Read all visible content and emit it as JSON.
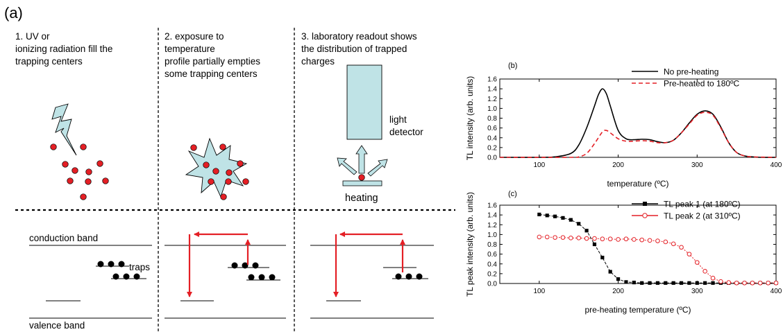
{
  "panel_a": {
    "label": "(a)",
    "steps": [
      "1. UV or\nionizing radiation fill the\ntrapping centers",
      "2. exposure to\ntemperature\nprofile partially empties\nsome trapping centers",
      "3. laboratory readout shows\nthe distribution of trapped\ncharges"
    ],
    "light_detector": "light\ndetector",
    "heating": "heating",
    "conduction_band": "conduction band",
    "valence_band": "valence band",
    "traps": "traps",
    "colors": {
      "electron": "#e41f25",
      "detector": "#bfe3e6",
      "arrow": "#e41f25"
    }
  },
  "chart_data": [
    {
      "panel": "(b)",
      "type": "line",
      "xlabel": "temperature (ºC)",
      "ylabel": "TL intensity (arb. units)",
      "xlim": [
        50,
        400
      ],
      "ylim": [
        0,
        1.6
      ],
      "xticks": [
        100,
        200,
        300,
        400
      ],
      "yticks": [
        0.0,
        0.2,
        0.4,
        0.6,
        0.8,
        1.0,
        1.2,
        1.4,
        1.6
      ],
      "legend_position": "top-right",
      "series": [
        {
          "name": "No pre-heating",
          "color": "#000000",
          "style": "solid",
          "x": [
            50,
            100,
            120,
            140,
            150,
            160,
            170,
            175,
            180,
            185,
            190,
            200,
            210,
            220,
            230,
            240,
            250,
            260,
            270,
            280,
            290,
            300,
            310,
            320,
            330,
            340,
            350,
            360,
            370,
            380,
            400
          ],
          "y": [
            0,
            0,
            0.01,
            0.08,
            0.25,
            0.6,
            1.05,
            1.28,
            1.4,
            1.3,
            1.05,
            0.55,
            0.38,
            0.36,
            0.37,
            0.36,
            0.32,
            0.3,
            0.35,
            0.5,
            0.7,
            0.88,
            0.95,
            0.88,
            0.62,
            0.3,
            0.1,
            0.03,
            0.01,
            0,
            0
          ]
        },
        {
          "name": "Pre-heated to 180ºC",
          "color": "#e41f25",
          "style": "dashed",
          "x": [
            50,
            140,
            150,
            160,
            170,
            180,
            185,
            190,
            200,
            210,
            220,
            230,
            240,
            250,
            260,
            270,
            280,
            290,
            300,
            310,
            320,
            330,
            340,
            350,
            360,
            370,
            400
          ],
          "y": [
            0,
            0,
            0.01,
            0.08,
            0.28,
            0.52,
            0.55,
            0.5,
            0.38,
            0.33,
            0.33,
            0.34,
            0.33,
            0.3,
            0.3,
            0.35,
            0.5,
            0.68,
            0.86,
            0.92,
            0.86,
            0.6,
            0.3,
            0.1,
            0.03,
            0.01,
            0
          ]
        }
      ]
    },
    {
      "panel": "(c)",
      "type": "scatter",
      "xlabel": "pre-heating temperature (ºC)",
      "ylabel": "TL peak intensity (arb. units)",
      "xlim": [
        50,
        400
      ],
      "ylim": [
        0,
        1.6
      ],
      "xticks": [
        100,
        200,
        300,
        400
      ],
      "yticks": [
        0.0,
        0.2,
        0.4,
        0.6,
        0.8,
        1.0,
        1.2,
        1.4,
        1.6
      ],
      "legend_position": "top-right",
      "series": [
        {
          "name": "TL peak 1 (at 180ºC)",
          "color": "#000000",
          "marker": "filled-square",
          "x": [
            100,
            110,
            120,
            130,
            140,
            150,
            160,
            170,
            180,
            190,
            200,
            210,
            220,
            230,
            240,
            250,
            260,
            270,
            280,
            290,
            300,
            310,
            320,
            330,
            340,
            350,
            360,
            370,
            380,
            390,
            400
          ],
          "y": [
            1.41,
            1.39,
            1.37,
            1.34,
            1.3,
            1.22,
            1.08,
            0.8,
            0.53,
            0.24,
            0.09,
            0.03,
            0.02,
            0.01,
            0.01,
            0.01,
            0.01,
            0.01,
            0.01,
            0.01,
            0.01,
            0.01,
            0.01,
            0.01,
            0.01,
            0.01,
            0.01,
            0.01,
            0.01,
            0.01,
            0.01
          ]
        },
        {
          "name": "TL peak 2 (at 310ºC)",
          "color": "#e41f25",
          "marker": "open-circle",
          "x": [
            100,
            110,
            120,
            130,
            140,
            150,
            160,
            170,
            180,
            190,
            200,
            210,
            220,
            230,
            240,
            250,
            260,
            270,
            280,
            290,
            300,
            310,
            320,
            330,
            340,
            350,
            360,
            370,
            380,
            390,
            400
          ],
          "y": [
            0.95,
            0.95,
            0.94,
            0.94,
            0.93,
            0.93,
            0.92,
            0.92,
            0.91,
            0.91,
            0.9,
            0.91,
            0.9,
            0.89,
            0.88,
            0.87,
            0.85,
            0.81,
            0.74,
            0.6,
            0.43,
            0.25,
            0.11,
            0.04,
            0.02,
            0.01,
            0.01,
            0.01,
            0.01,
            0.01,
            0.01
          ]
        }
      ]
    }
  ]
}
